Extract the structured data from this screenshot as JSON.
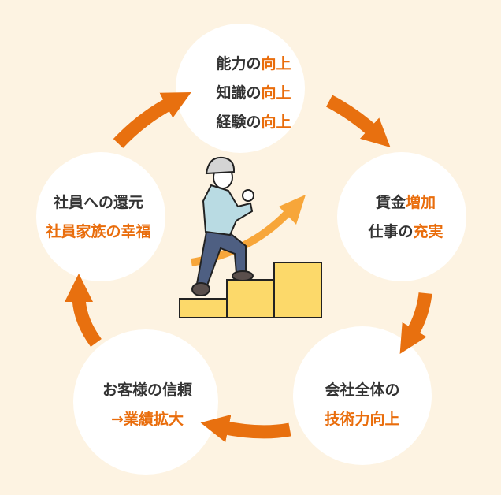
{
  "colors": {
    "background": "#fdf3e2",
    "accent": "#e96d0c",
    "text": "#333333",
    "arrow": "#e8700f",
    "step": "#fcd96a"
  },
  "nodes": {
    "top": {
      "lines": [
        [
          "能力の",
          "向上"
        ],
        [
          "知識の",
          "向上"
        ],
        [
          "経験の",
          "向上"
        ]
      ]
    },
    "right": {
      "lines": [
        [
          "賃金",
          "増加"
        ],
        [
          "仕事の",
          "充実"
        ]
      ]
    },
    "bottom_right": {
      "lines": [
        [
          "会社全体の",
          ""
        ],
        [
          "",
          "技術力向上"
        ]
      ]
    },
    "bottom_left": {
      "lines": [
        [
          "お客様の信頼",
          ""
        ],
        [
          "",
          "→業績拡大"
        ]
      ]
    },
    "left": {
      "lines": [
        [
          "社員への還元",
          ""
        ],
        [
          "",
          "社員家族の幸福"
        ]
      ]
    }
  }
}
